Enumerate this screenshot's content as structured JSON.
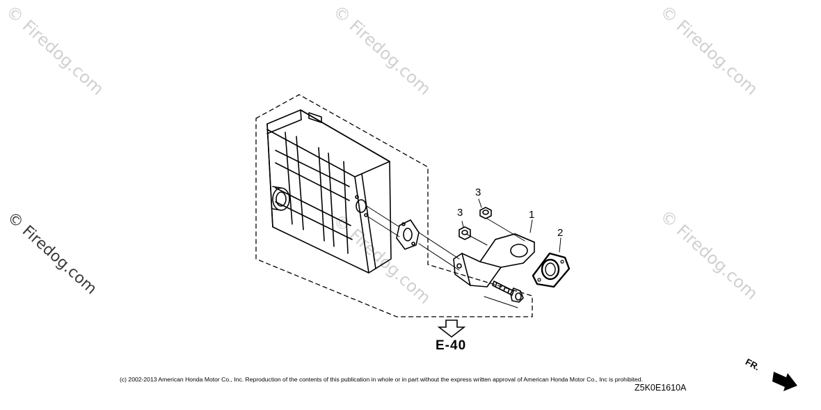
{
  "watermarks": [
    {
      "text": "© Firedog.com"
    },
    {
      "text": "© Firedog.com"
    },
    {
      "text": "© Firedog.com"
    },
    {
      "text": "© Firedog.com"
    },
    {
      "text": "© Firedog.com"
    },
    {
      "text": "© Firedog.com"
    }
  ],
  "callouts": {
    "part_1": "1",
    "part_2": "2",
    "part_3a": "3",
    "part_3b": "3"
  },
  "reference": "E-40",
  "copyright": "(c) 2002-2013 American Honda Motor Co., Inc. Reproduction of the contents of this publication in whole or in part without the express written approval of American Honda Motor Co., Inc is prohibited.",
  "part_code": "Z5K0E1610A",
  "front_label": "FR.",
  "icons": [
    "front-direction-arrow-icon",
    "reference-down-arrow-icon"
  ]
}
